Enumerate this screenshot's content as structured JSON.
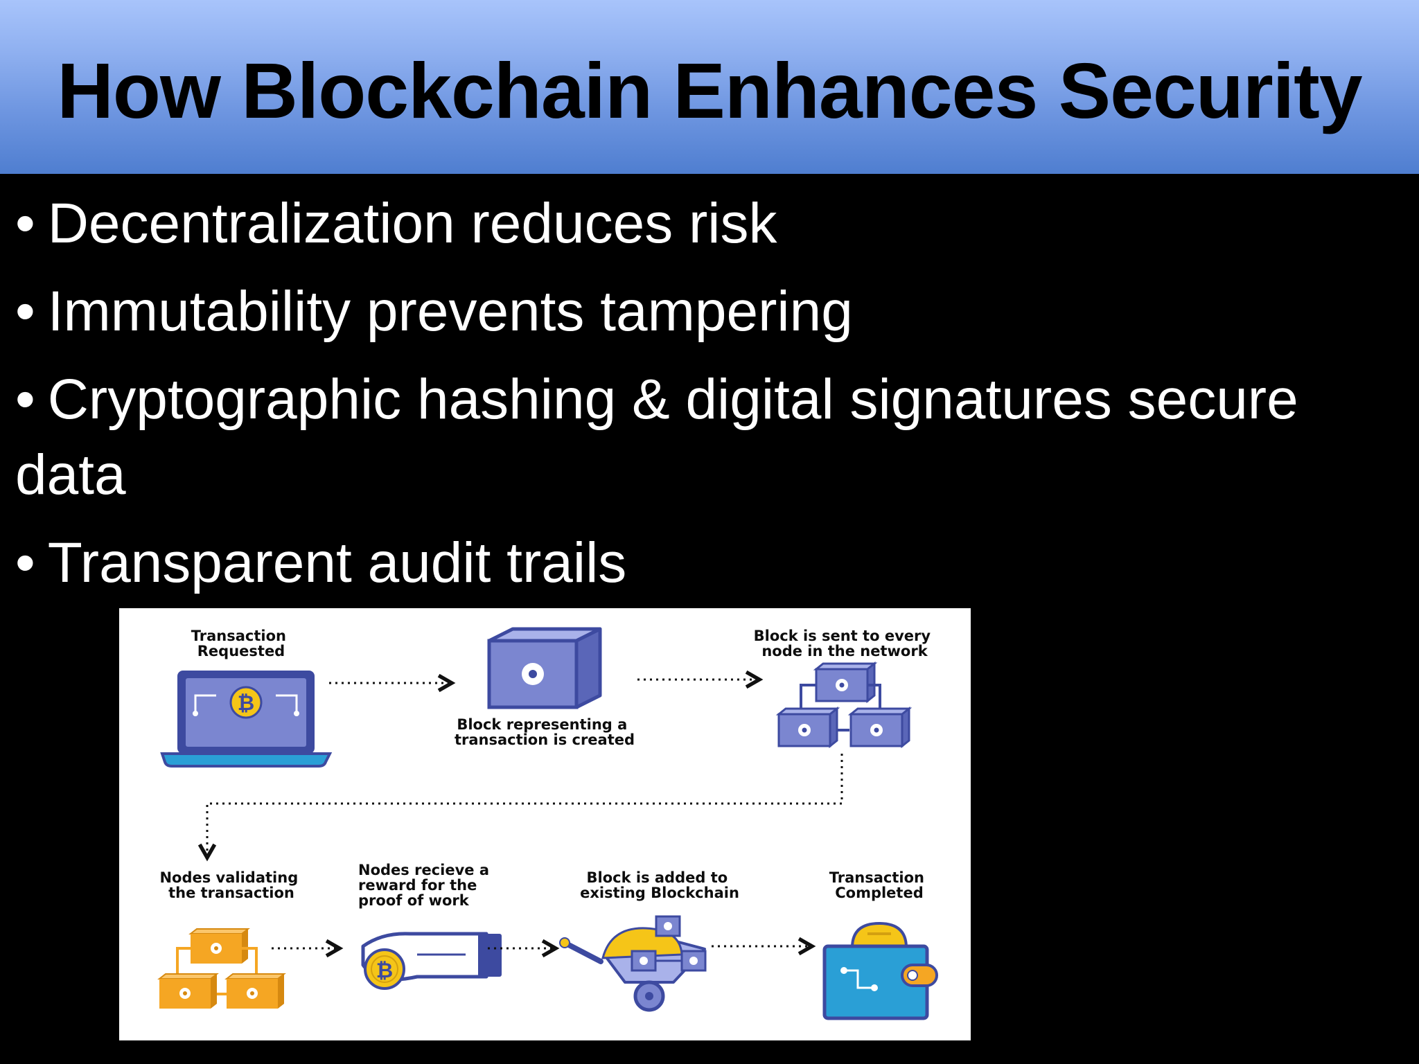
{
  "slide": {
    "title": "How Blockchain Enhances Security",
    "bullet_symbol": "•",
    "bullets": [
      "Decentralization reduces risk",
      "Immutability prevents tampering",
      "Cryptographic hashing & digital signatures secure data",
      "Transparent audit trails"
    ]
  },
  "diagram": {
    "steps": {
      "requested": [
        "Transaction",
        "Requested"
      ],
      "created": [
        "Block representing a",
        "transaction is created"
      ],
      "sent": [
        "Block is sent to every",
        "node in the network"
      ],
      "validating": [
        "Nodes validating",
        "the transaction"
      ],
      "reward": [
        "Nodes recieve a",
        "reward for the",
        "proof of work"
      ],
      "added": [
        "Block is added to",
        "existing Blockchain"
      ],
      "completed": [
        "Transaction",
        "Completed"
      ]
    },
    "colors": {
      "block_blue": "#7b86d0",
      "outline": "#3d4aa0",
      "coin_gold": "#f5c518",
      "node_orange": "#f5a623",
      "wallet_teal": "#2a9fd6"
    },
    "icons": [
      "laptop-bitcoin-icon",
      "block-cube-icon",
      "network-blocks-icon",
      "orange-nodes-icon",
      "hand-coin-icon",
      "wheelbarrow-coin-icon",
      "wallet-icon"
    ]
  }
}
